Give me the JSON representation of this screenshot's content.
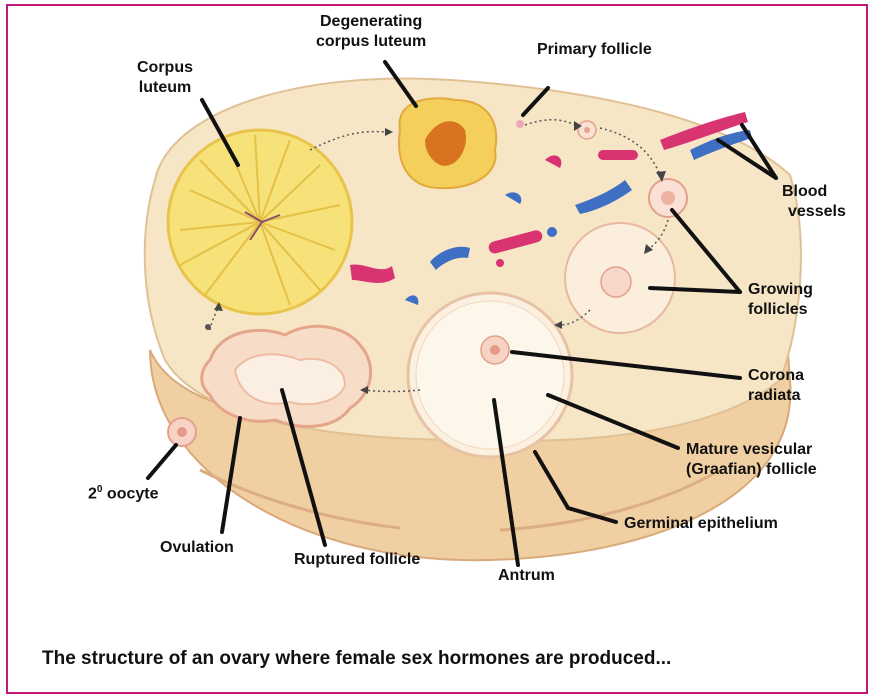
{
  "labels": {
    "degenerating_line1": "Degenerating",
    "degenerating_line2": "corpus luteum",
    "corpus_line1": "Corpus",
    "corpus_line2": "luteum",
    "primary_follicle": "Primary follicle",
    "blood_line1": "Blood",
    "blood_line2": "vessels",
    "growing_line1": "Growing",
    "growing_line2": "follicles",
    "corona_line1": "Corona",
    "corona_line2": "radiata",
    "mature_line1": "Mature vesicular",
    "mature_line2": "(Graafian) follicle",
    "germinal": "Germinal epithelium",
    "oocyte_prefix": "2",
    "oocyte_sup": "0",
    "oocyte_suffix": "oocyte",
    "ovulation": "Ovulation",
    "ruptured": "Ruptured follicle",
    "antrum": "Antrum"
  },
  "caption": "The structure of an ovary where female sex hormones are produced...",
  "colors": {
    "frame": "#c21877",
    "ovary_fill": "#f6e6c6",
    "ovary_lower": "#f0cfa3",
    "corpus_luteum": "#f7e27a",
    "follicle": "#fbeedd",
    "vessel_red": "#d83472",
    "vessel_blue": "#3f6fc2",
    "leader_line": "#111111"
  }
}
